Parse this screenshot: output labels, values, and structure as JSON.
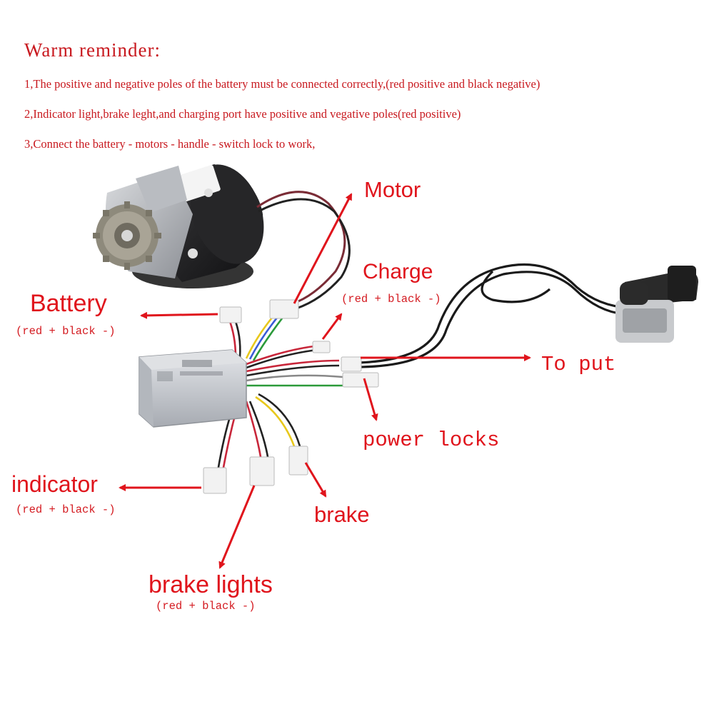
{
  "reminder": {
    "title": "Warm reminder:",
    "lines": [
      "1,The positive and negative poles of the battery must be connected correctly,(red positive and black negative)",
      "2,Indicator light,brake leght,and charging port have positive and vegative poles(red positive)",
      "3,Connect the battery - motors - handle - switch lock to work,"
    ]
  },
  "labels": {
    "motor": "Motor",
    "charge": "Charge",
    "charge_polarity": "(red + black -)",
    "battery": "Battery",
    "battery_polarity": "(red +   black -)",
    "to_put": "To put",
    "power_locks": "power locks",
    "indicator": "indicator",
    "indicator_polarity": "(red +  black -)",
    "brake": "brake",
    "brake_lights": "brake lights",
    "brake_lights_polarity": "(red + black -)"
  },
  "colors": {
    "annotation_red": "#e0141c",
    "controller_silver": "#c9ccd1",
    "motor_black": "#1c1c1e"
  }
}
